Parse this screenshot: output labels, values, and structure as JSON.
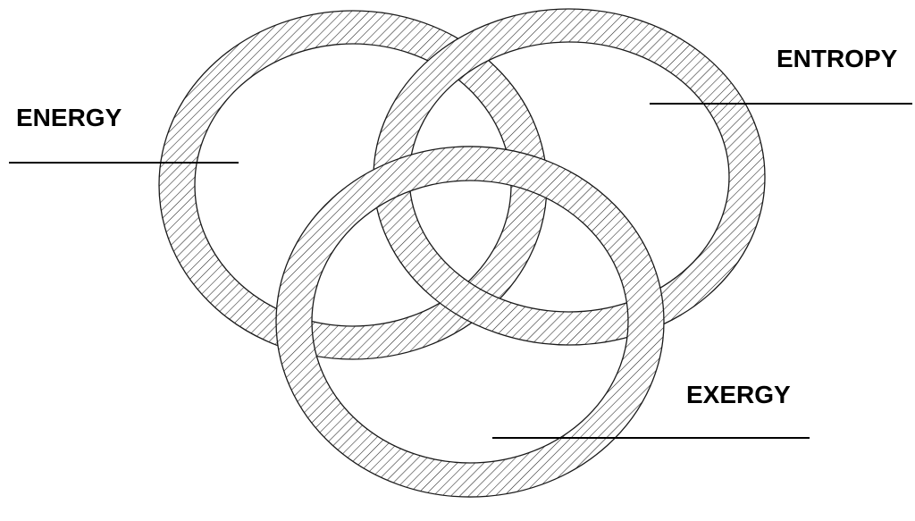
{
  "labels": {
    "energy": "ENERGY",
    "entropy": "ENTROPY",
    "exergy": "EXERGY"
  },
  "colors": {
    "ink": "#000000",
    "background": "#ffffff"
  }
}
